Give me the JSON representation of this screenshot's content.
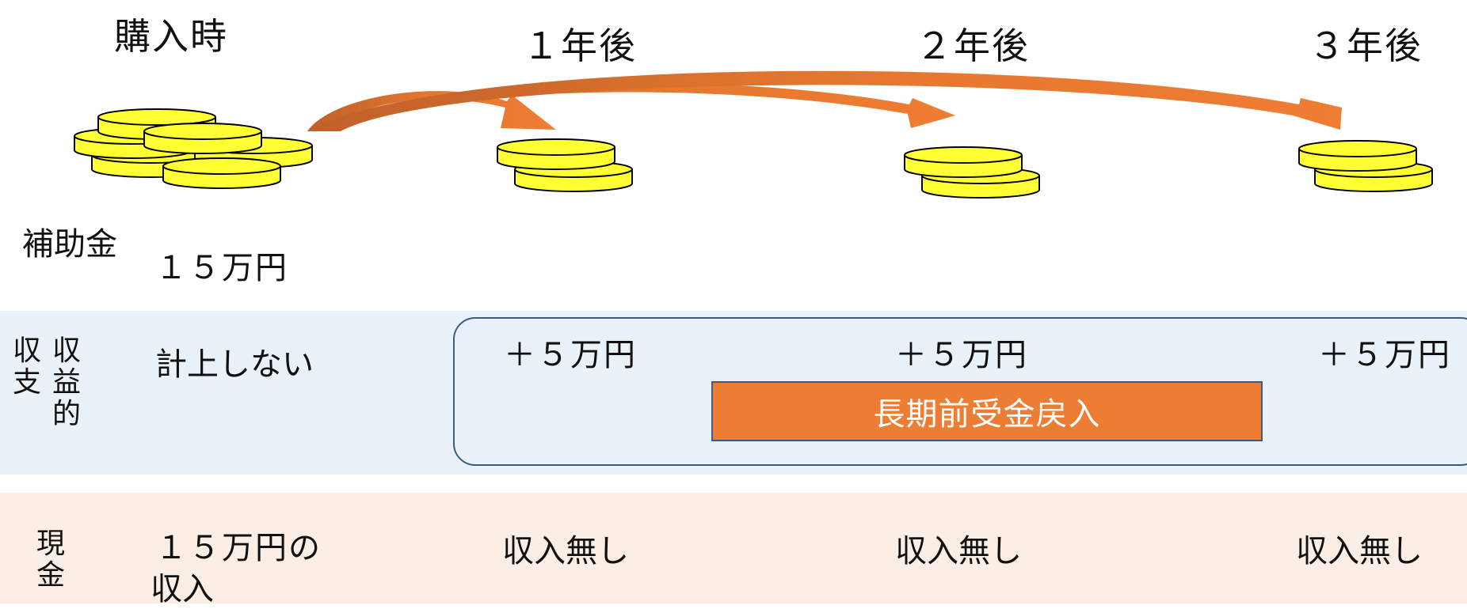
{
  "headers": {
    "purchase": "購入時",
    "year1": "１年後",
    "year2": "２年後",
    "year3": "３年後"
  },
  "subsidy": {
    "label": "補助金",
    "amount": "１５万円"
  },
  "income_row": {
    "label_col1": "収支",
    "label_col2": "収益的",
    "purchase_value": "計上しない",
    "year1_value": "＋５万円",
    "year2_value": "＋５万円",
    "year3_value": "＋５万円",
    "reversal_label": "長期前受金戻入"
  },
  "cash_row": {
    "label": "現金",
    "purchase_value_line1": "１５万円の",
    "purchase_value_line2": "収入",
    "year1_value": "収入無し",
    "year2_value": "収入無し",
    "year3_value": "収入無し"
  },
  "colors": {
    "coin_fill": "#ffff33",
    "arrow": "#e4772e",
    "income_band": "#eaf2f9",
    "cash_band": "#fbeee4",
    "reversal_box": "#ec7d32",
    "box_border": "#3d5a8c"
  }
}
